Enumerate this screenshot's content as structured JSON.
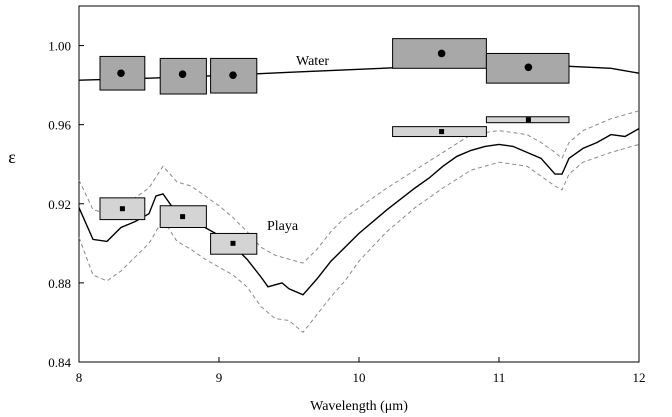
{
  "chart_data": {
    "type": "line",
    "title": "",
    "xlabel": "Wavelength (μm)",
    "ylabel": "ε",
    "xlim": [
      8,
      12
    ],
    "ylim": [
      0.84,
      1.02
    ],
    "x_ticks": [
      8,
      9,
      10,
      11,
      12
    ],
    "y_ticks": [
      0.84,
      0.88,
      0.92,
      0.96,
      1.0
    ],
    "x_tick_labels": [
      "8",
      "9",
      "10",
      "11",
      "12"
    ],
    "y_tick_labels": [
      "0.84",
      "0.88",
      "0.92",
      "0.96",
      "1.00"
    ],
    "grid": false,
    "legend": "none",
    "colors": {
      "line": "#000000",
      "envelope": "#8a8a8a",
      "box_dark": "#a8a8a8",
      "box_light": "#d4d4d4",
      "box_edge": "#000000"
    },
    "series": [
      {
        "name": "Water",
        "style": "solid",
        "points": [
          [
            8.0,
            0.9825
          ],
          [
            8.5,
            0.9835
          ],
          [
            9.0,
            0.9848
          ],
          [
            9.5,
            0.9865
          ],
          [
            10.0,
            0.988
          ],
          [
            10.5,
            0.9895
          ],
          [
            10.8,
            0.9905
          ],
          [
            11.0,
            0.9903
          ],
          [
            11.5,
            0.9895
          ],
          [
            11.8,
            0.9885
          ],
          [
            12.0,
            0.986
          ]
        ]
      },
      {
        "name": "Playa",
        "style": "solid",
        "points": [
          [
            8.0,
            0.918
          ],
          [
            8.1,
            0.902
          ],
          [
            8.2,
            0.901
          ],
          [
            8.3,
            0.908
          ],
          [
            8.4,
            0.911
          ],
          [
            8.5,
            0.915
          ],
          [
            8.55,
            0.924
          ],
          [
            8.6,
            0.925
          ],
          [
            8.7,
            0.915
          ],
          [
            8.8,
            0.911
          ],
          [
            8.9,
            0.908
          ],
          [
            9.0,
            0.904
          ],
          [
            9.1,
            0.899
          ],
          [
            9.2,
            0.892
          ],
          [
            9.3,
            0.883
          ],
          [
            9.35,
            0.878
          ],
          [
            9.45,
            0.88
          ],
          [
            9.5,
            0.877
          ],
          [
            9.6,
            0.874
          ],
          [
            9.7,
            0.882
          ],
          [
            9.8,
            0.891
          ],
          [
            9.9,
            0.898
          ],
          [
            10.0,
            0.905
          ],
          [
            10.2,
            0.917
          ],
          [
            10.4,
            0.928
          ],
          [
            10.5,
            0.933
          ],
          [
            10.6,
            0.939
          ],
          [
            10.7,
            0.944
          ],
          [
            10.8,
            0.947
          ],
          [
            10.9,
            0.949
          ],
          [
            11.0,
            0.95
          ],
          [
            11.1,
            0.949
          ],
          [
            11.2,
            0.946
          ],
          [
            11.3,
            0.943
          ],
          [
            11.4,
            0.935
          ],
          [
            11.45,
            0.935
          ],
          [
            11.5,
            0.943
          ],
          [
            11.6,
            0.948
          ],
          [
            11.7,
            0.951
          ],
          [
            11.8,
            0.955
          ],
          [
            11.9,
            0.954
          ],
          [
            12.0,
            0.958
          ]
        ]
      },
      {
        "name": "",
        "style": "dashed",
        "points": [
          [
            8.0,
            0.932
          ],
          [
            8.1,
            0.917
          ],
          [
            8.2,
            0.915
          ],
          [
            8.3,
            0.92
          ],
          [
            8.4,
            0.923
          ],
          [
            8.5,
            0.928
          ],
          [
            8.6,
            0.939
          ],
          [
            8.7,
            0.931
          ],
          [
            8.8,
            0.929
          ],
          [
            8.9,
            0.924
          ],
          [
            9.0,
            0.919
          ],
          [
            9.1,
            0.913
          ],
          [
            9.2,
            0.906
          ],
          [
            9.3,
            0.898
          ],
          [
            9.4,
            0.894
          ],
          [
            9.5,
            0.892
          ],
          [
            9.6,
            0.89
          ],
          [
            9.7,
            0.897
          ],
          [
            9.8,
            0.906
          ],
          [
            9.9,
            0.913
          ],
          [
            10.0,
            0.918
          ],
          [
            10.2,
            0.928
          ],
          [
            10.4,
            0.937
          ],
          [
            10.6,
            0.946
          ],
          [
            10.8,
            0.955
          ],
          [
            11.0,
            0.957
          ],
          [
            11.2,
            0.955
          ],
          [
            11.3,
            0.951
          ],
          [
            11.4,
            0.946
          ],
          [
            11.45,
            0.943
          ],
          [
            11.5,
            0.951
          ],
          [
            11.6,
            0.957
          ],
          [
            11.8,
            0.963
          ],
          [
            12.0,
            0.967
          ]
        ]
      },
      {
        "name": "",
        "style": "dashed",
        "points": [
          [
            8.0,
            0.903
          ],
          [
            8.1,
            0.884
          ],
          [
            8.2,
            0.881
          ],
          [
            8.3,
            0.886
          ],
          [
            8.4,
            0.893
          ],
          [
            8.5,
            0.9
          ],
          [
            8.6,
            0.912
          ],
          [
            8.7,
            0.901
          ],
          [
            8.8,
            0.897
          ],
          [
            8.9,
            0.892
          ],
          [
            9.0,
            0.888
          ],
          [
            9.1,
            0.884
          ],
          [
            9.2,
            0.878
          ],
          [
            9.3,
            0.868
          ],
          [
            9.4,
            0.862
          ],
          [
            9.5,
            0.861
          ],
          [
            9.6,
            0.855
          ],
          [
            9.7,
            0.864
          ],
          [
            9.8,
            0.873
          ],
          [
            9.9,
            0.881
          ],
          [
            10.0,
            0.891
          ],
          [
            10.2,
            0.906
          ],
          [
            10.4,
            0.918
          ],
          [
            10.6,
            0.928
          ],
          [
            10.8,
            0.937
          ],
          [
            11.0,
            0.941
          ],
          [
            11.2,
            0.939
          ],
          [
            11.3,
            0.934
          ],
          [
            11.4,
            0.929
          ],
          [
            11.45,
            0.927
          ],
          [
            11.5,
            0.935
          ],
          [
            11.6,
            0.941
          ],
          [
            11.8,
            0.946
          ],
          [
            12.0,
            0.95
          ]
        ]
      }
    ],
    "boxes": [
      {
        "group": "Water",
        "x0": 8.15,
        "x1": 8.47,
        "y0": 0.9775,
        "y1": 0.9945,
        "marker_x": 8.3,
        "marker_y": 0.986,
        "marker": "circle",
        "shade": "dark"
      },
      {
        "group": "Water",
        "x0": 8.58,
        "x1": 8.91,
        "y0": 0.9755,
        "y1": 0.9935,
        "marker_x": 8.74,
        "marker_y": 0.9855,
        "marker": "circle",
        "shade": "dark"
      },
      {
        "group": "Water",
        "x0": 8.94,
        "x1": 9.27,
        "y0": 0.976,
        "y1": 0.9935,
        "marker_x": 9.1,
        "marker_y": 0.985,
        "marker": "circle",
        "shade": "dark"
      },
      {
        "group": "Water",
        "x0": 10.24,
        "x1": 10.91,
        "y0": 0.9885,
        "y1": 1.0035,
        "marker_x": 10.59,
        "marker_y": 0.996,
        "marker": "circle",
        "shade": "dark"
      },
      {
        "group": "Water",
        "x0": 10.91,
        "x1": 11.5,
        "y0": 0.981,
        "y1": 0.996,
        "marker_x": 11.21,
        "marker_y": 0.989,
        "marker": "circle",
        "shade": "dark"
      },
      {
        "group": "Playa",
        "x0": 8.15,
        "x1": 8.47,
        "y0": 0.912,
        "y1": 0.923,
        "marker_x": 8.31,
        "marker_y": 0.9175,
        "marker": "square",
        "shade": "light"
      },
      {
        "group": "Playa",
        "x0": 8.58,
        "x1": 8.91,
        "y0": 0.908,
        "y1": 0.919,
        "marker_x": 8.74,
        "marker_y": 0.9135,
        "marker": "square",
        "shade": "light"
      },
      {
        "group": "Playa",
        "x0": 8.94,
        "x1": 9.27,
        "y0": 0.8945,
        "y1": 0.905,
        "marker_x": 9.1,
        "marker_y": 0.9,
        "marker": "square",
        "shade": "light"
      },
      {
        "group": "Playa",
        "x0": 10.24,
        "x1": 10.91,
        "y0": 0.954,
        "y1": 0.959,
        "marker_x": 10.59,
        "marker_y": 0.9565,
        "marker": "square",
        "shade": "light"
      },
      {
        "group": "Playa",
        "x0": 10.91,
        "x1": 11.5,
        "y0": 0.961,
        "y1": 0.964,
        "marker_x": 11.21,
        "marker_y": 0.9625,
        "marker": "square",
        "shade": "light"
      }
    ]
  }
}
